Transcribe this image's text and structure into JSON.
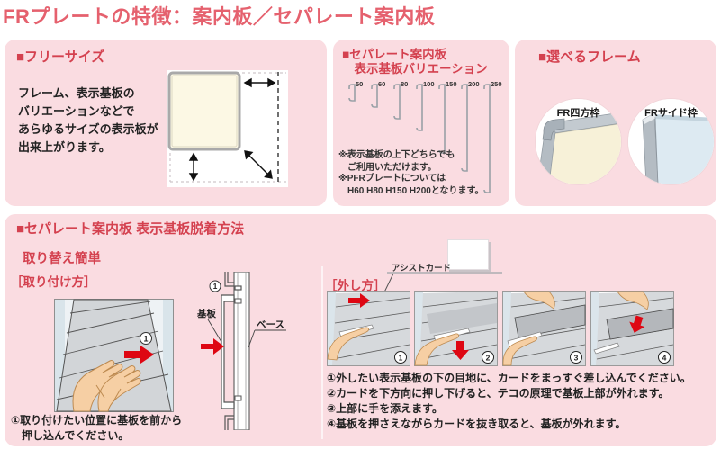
{
  "page": {
    "title": "FRプレートの特徴：案内板／セパレート案内板"
  },
  "colors": {
    "title_pink": "#e5616e",
    "heading_red": "#d4414f",
    "panel_bg": "#fadce1",
    "arrow_red": "#de0713",
    "board_cream": "#fcf8e4",
    "board_lightblue": "#ddeaf2",
    "frame_silver": "#bcc3c9",
    "skin": "#f6cfa4"
  },
  "panels": {
    "free_size": {
      "heading": "■フリーサイズ",
      "body": "フレーム、表示基板の\nバリエーションなどで\nあらゆるサイズの表示板が\n出来上がります。"
    },
    "variations": {
      "heading": "■セパレート案内板\n　表示基板バリエーション",
      "sizes": [
        "50",
        "60",
        "80",
        "100",
        "150",
        "200",
        "250"
      ],
      "note1": "※表示基板の上下どちらでも\n　ご利用いただけます。",
      "note2": "※PFRプレートについては\n　H60 H80 H150 H200となります。"
    },
    "frames": {
      "heading": "■選べるフレーム",
      "corner_label": "FR四方枠",
      "side_label": "FRサイド枠"
    },
    "removal": {
      "heading": "■セパレート案内板 表示基板脱着方法",
      "easy": "取り替え簡単",
      "install_label": "［取り付け方］",
      "install_caption": "①取り付けたい位置に基板を前から\n　押し込んでください。",
      "board_label": "基板",
      "base_label": "ベース",
      "assist_card_label": "アシストカード",
      "remove_label": "［外し方］",
      "step_digits": [
        "1",
        "2",
        "3",
        "4"
      ],
      "instructions": "①外したい表示基板の下の目地に、カードをまっすぐ差し込んでください。\n②カードを下方向に押し下げると、テコの原理で基板上部が外れます。\n③上部に手を添えます。\n④基板を押さえながらカードを抜き取ると、基板が外れます。"
    }
  }
}
